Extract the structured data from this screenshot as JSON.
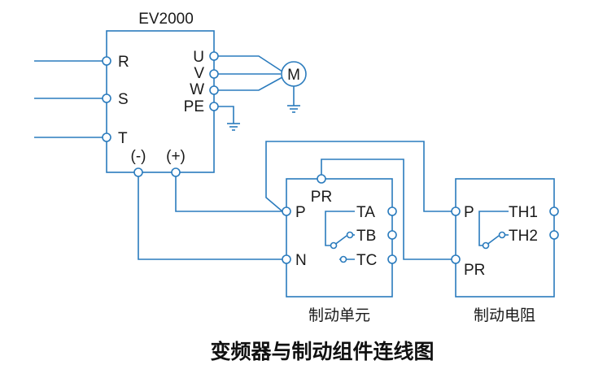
{
  "inverter": {
    "name": "EV2000",
    "inputs": [
      "R",
      "S",
      "T"
    ],
    "outputs": [
      "U",
      "V",
      "W",
      "PE"
    ],
    "dc_minus": "(-)",
    "dc_plus": "(+)"
  },
  "motor": {
    "label": "M"
  },
  "braking_unit": {
    "caption": "制动单元",
    "terminals": {
      "p": "P",
      "n": "N",
      "pr": "PR",
      "ta": "TA",
      "tb": "TB",
      "tc": "TC"
    }
  },
  "braking_resistor": {
    "caption": "制动电阻",
    "terminals": {
      "p": "P",
      "pr": "PR",
      "th1": "TH1",
      "th2": "TH2"
    }
  },
  "diagram_title": "变频器与制动组件连线图"
}
